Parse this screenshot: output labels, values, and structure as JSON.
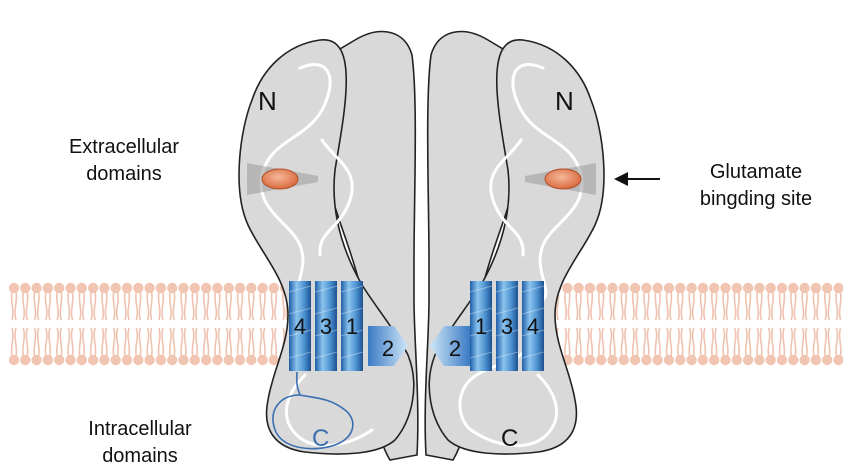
{
  "labels": {
    "extracellular_line1": "Extracellular",
    "extracellular_line2": "domains",
    "glutamate_line1": "Glutamate",
    "glutamate_line2": "bingding site",
    "intracellular_line1": "Intracellular",
    "intracellular_line2": "domains"
  },
  "left_subunit": {
    "n_terminus": "N",
    "c_terminus": "C",
    "helices": [
      "4",
      "3",
      "1"
    ],
    "reentrant_loop": "2"
  },
  "right_subunit": {
    "n_terminus": "N",
    "c_terminus": "C",
    "helices": [
      "1",
      "3",
      "4"
    ],
    "reentrant_loop": "2"
  },
  "colors": {
    "protein_fill": "#d9d9d9",
    "protein_outline": "#222222",
    "lipid_head": "#f2c4b2",
    "lipid_tail": "#f0c2b0",
    "helix_blue": "#4a90d0",
    "binding_site": "#e8845a",
    "c_terminus_left": "#3a6fb0"
  }
}
